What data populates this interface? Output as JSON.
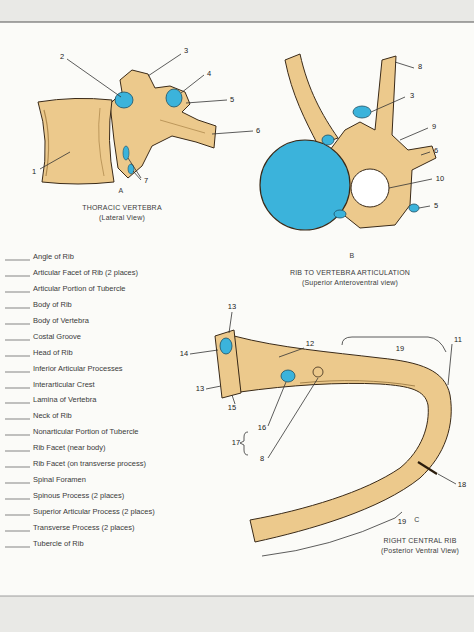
{
  "diagram": {
    "labels": [
      "Angle of Rib",
      "Articular Facet of Rib (2 places)",
      "Articular Portion of Tubercle",
      "Body of Rib",
      "Body of Vertebra",
      "Costal Groove",
      "Head of Rib",
      "Inferior Articular Processes",
      "Interarticular Crest",
      "Lamina of Vertebra",
      "Neck of Rib",
      "Nonarticular Portion of Tubercle",
      "Rib Facet (near body)",
      "Rib Facet (on transverse process)",
      "Spinal Foramen",
      "Spinous Process (2 places)",
      "Superior Articular Process (2 places)",
      "Transverse Process (2 places)",
      "Tubercle of Rib",
      "A",
      "THORACIC VERTEBRA",
      "(Lateral View)",
      "B",
      "RIB TO VERTEBRA ARTICULATION",
      "(Superior Anteroventral view)",
      "C",
      "RIGHT CENTRAL RIB",
      "(Posterior Ventral View)",
      "2",
      "3",
      "4",
      "5",
      "6",
      "1",
      "7",
      "8",
      "3",
      "9",
      "6",
      "10",
      "5",
      "13",
      "12",
      "14",
      "19",
      "11",
      "13",
      "15",
      "16",
      "17",
      "8",
      "18",
      "19"
    ]
  }
}
